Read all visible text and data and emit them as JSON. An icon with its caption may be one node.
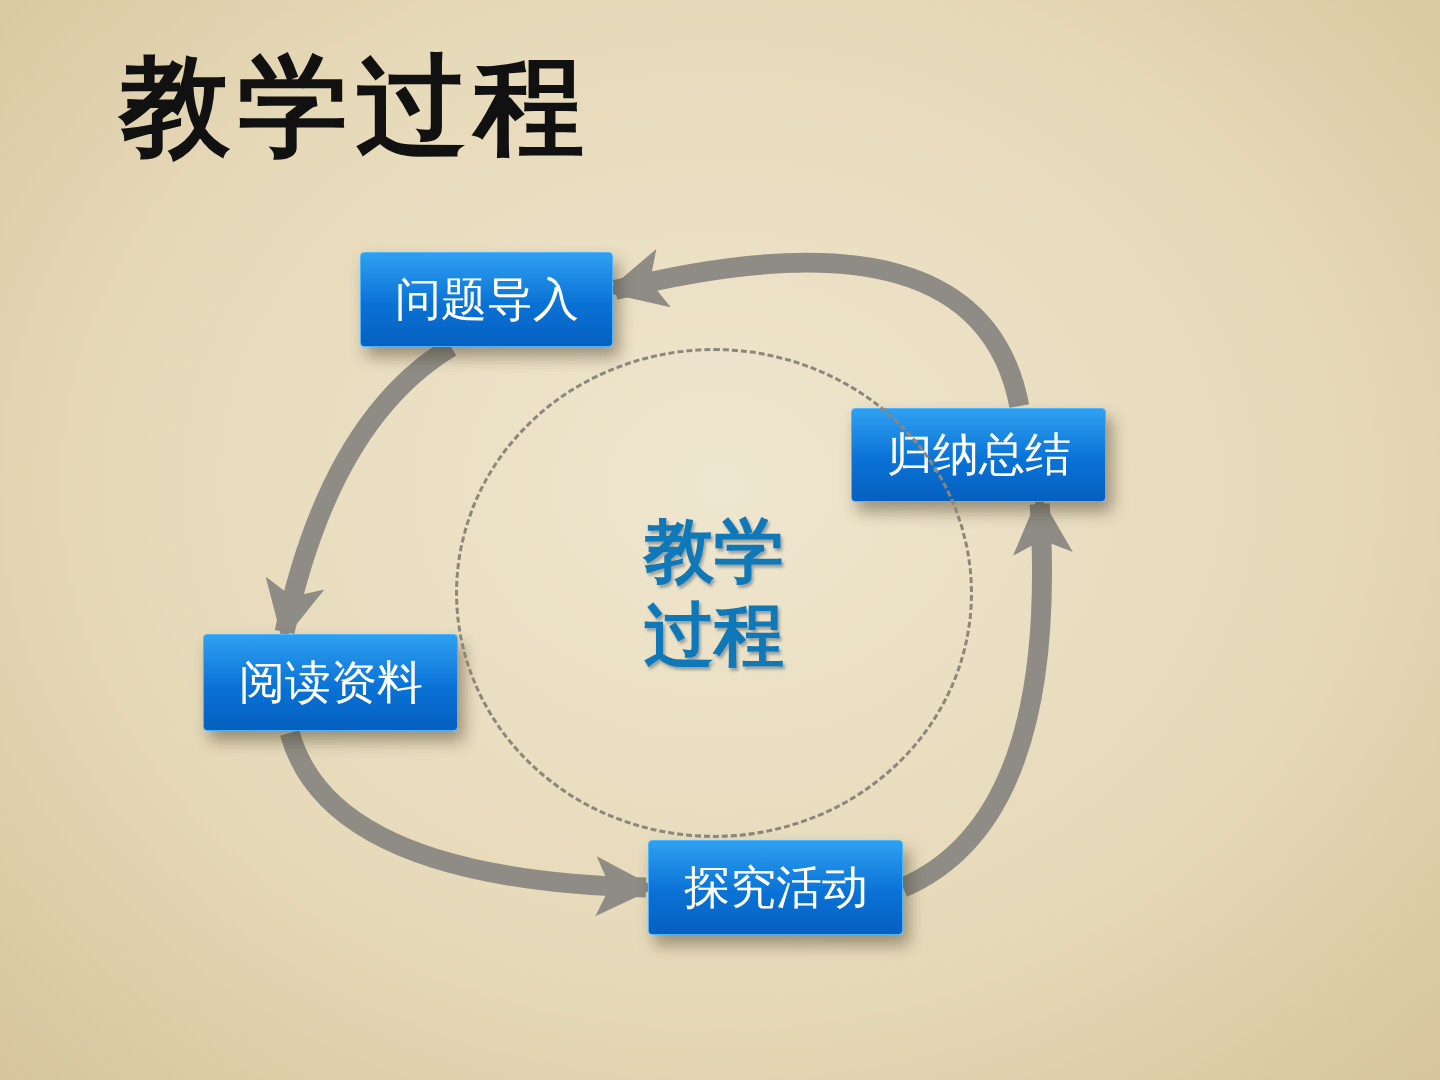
{
  "diagram": {
    "title": "教学过程",
    "nodes": [
      {
        "text": [
          "问题导入"
        ]
      },
      {
        "text": [
          "阅读资料"
        ]
      },
      {
        "text": [
          "探究活动"
        ]
      },
      {
        "text": [
          "归纳总结"
        ]
      },
      {
        "text": [
          "教学过程"
        ]
      }
    ],
    "edges": [
      {
        "from": 0,
        "to": 1,
        "arrow": "to"
      },
      {
        "from": 1,
        "to": 2,
        "arrow": "to"
      },
      {
        "from": 2,
        "to": 3,
        "arrow": "to"
      },
      {
        "from": 3,
        "to": 0,
        "arrow": "to"
      }
    ]
  }
}
